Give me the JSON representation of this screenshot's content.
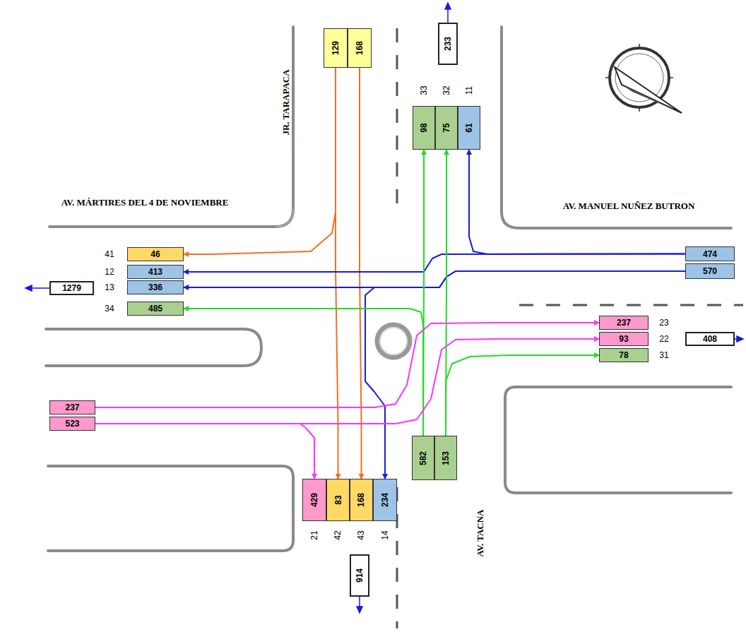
{
  "diagram": {
    "nodes": [
      {
        "text": [
          "129"
        ]
      },
      {
        "text": [
          "168"
        ]
      },
      {
        "text": [
          "233"
        ]
      },
      {
        "text": [
          "98"
        ]
      },
      {
        "text": [
          "75"
        ]
      },
      {
        "text": [
          "61"
        ]
      },
      {
        "text": [
          "46"
        ]
      },
      {
        "text": [
          "413"
        ]
      },
      {
        "text": [
          "336"
        ]
      },
      {
        "text": [
          "1279"
        ]
      },
      {
        "text": [
          "485"
        ]
      },
      {
        "text": [
          "474"
        ]
      },
      {
        "text": [
          "570"
        ]
      },
      {
        "text": [
          "237"
        ]
      },
      {
        "text": [
          "93"
        ]
      },
      {
        "text": [
          "408"
        ]
      },
      {
        "text": [
          "78"
        ]
      },
      {
        "text": [
          "237"
        ]
      },
      {
        "text": [
          "523"
        ]
      },
      {
        "text": [
          "582"
        ]
      },
      {
        "text": [
          "153"
        ]
      },
      {
        "text": [
          "429"
        ]
      },
      {
        "text": [
          "83"
        ]
      },
      {
        "text": [
          "168"
        ]
      },
      {
        "text": [
          "234"
        ]
      },
      {
        "text": [
          "914"
        ]
      }
    ],
    "edges": [
      {
        "from": 0,
        "to": 6,
        "arrow": "to"
      },
      {
        "from": 0,
        "to": 22,
        "arrow": "to"
      },
      {
        "from": 1,
        "to": 23,
        "arrow": "to"
      },
      {
        "from": 11,
        "to": 5,
        "arrow": "to"
      },
      {
        "from": 11,
        "to": 7,
        "arrow": "to"
      },
      {
        "from": 12,
        "to": 8,
        "arrow": "to"
      },
      {
        "from": 12,
        "to": 24,
        "arrow": "to"
      },
      {
        "from": 19,
        "to": 3,
        "arrow": "to"
      },
      {
        "from": 19,
        "to": 10,
        "arrow": "to"
      },
      {
        "from": 20,
        "to": 4,
        "arrow": "to"
      },
      {
        "from": 20,
        "to": 16,
        "arrow": "to"
      },
      {
        "from": 17,
        "to": 13,
        "arrow": "to"
      },
      {
        "from": 18,
        "to": 14,
        "arrow": "to"
      },
      {
        "from": 18,
        "to": 21,
        "arrow": "to"
      }
    ],
    "labels": [
      "JR. TARAPACA",
      "AV. MÁRTIRES DEL 4 DE NOVIEMBRE",
      "AV. MANUEL NUÑEZ BUTRON",
      "33",
      "32",
      "11",
      "41",
      "12",
      "13",
      "34",
      "23",
      "22",
      "31",
      "21",
      "42",
      "43",
      "14",
      "AV. TACNA"
    ]
  }
}
